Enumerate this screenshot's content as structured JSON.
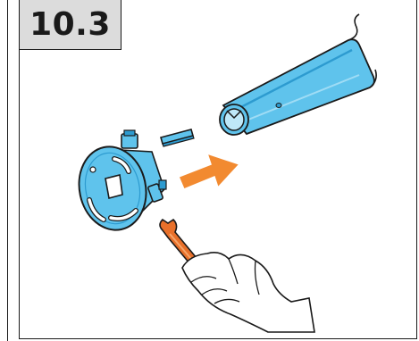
{
  "step": {
    "number": "10.3"
  },
  "colors": {
    "part_blue": "#5fc3ec",
    "part_blue_dark": "#2d9bd0",
    "arrow_orange": "#f28a30",
    "wrench_orange": "#e8702a",
    "outline": "#1a1a1a",
    "badge_gray": "#dcdcdc"
  },
  "icons": [
    "tube-shaft",
    "key-bar",
    "adapter-wheel",
    "insert-arrow",
    "wrench-icon",
    "hand"
  ]
}
